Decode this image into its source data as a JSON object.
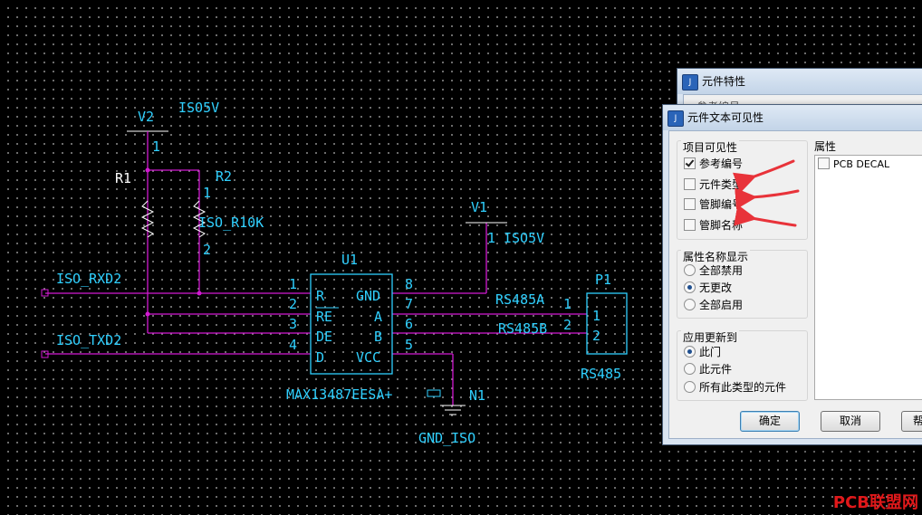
{
  "schematic": {
    "labels": {
      "v2": "V2",
      "v2_pin": "1",
      "iso5v_top": "ISO5V",
      "r1": "R1",
      "r2": "R2",
      "r2_pin1": "1",
      "r2_value": "ISO_R10K",
      "r2_pin2": "2",
      "v1": "V1",
      "v1_pin": "1",
      "iso5v_right": "ISO5V",
      "u1": "U1",
      "p1": "P1",
      "net_rxd": "ISO_RXD2",
      "net_txd": "ISO_TXD2",
      "net_a": "RS485A",
      "net_b": "RS485B",
      "p1_pin1_outer": "1",
      "p1_pin2_outer": "2",
      "p1_pin1_inner": "1",
      "p1_pin2_inner": "2",
      "part_u1": "MAX13487EESA+",
      "n1": "N1",
      "gnd": "GND_ISO",
      "p1_value": "RS485",
      "u1_pins_left": [
        "1",
        "2",
        "3",
        "4"
      ],
      "u1_pins_right": [
        "8",
        "7",
        "6",
        "5"
      ],
      "u1_names_left": [
        "R",
        "RE",
        "DE",
        "D"
      ],
      "u1_names_right": [
        "GND",
        "A",
        "B",
        "VCC"
      ]
    },
    "colors": {
      "wire": "#d21ad2",
      "text": "#2fd0ff",
      "body": "#2fd0ff",
      "bg": "#000000",
      "ground": "#ffffff"
    }
  },
  "back_dialog": {
    "title": "元件特性",
    "partial_text": "参考编号"
  },
  "dialog": {
    "title": "元件文本可见性",
    "visibility_group": {
      "title": "项目可见性",
      "items": [
        {
          "label": "参考编号",
          "checked": true
        },
        {
          "label": "元件类型",
          "checked": false
        },
        {
          "label": "管脚编号",
          "checked": false
        },
        {
          "label": "管脚名称",
          "checked": false
        }
      ]
    },
    "attr_name_group": {
      "title": "属性名称显示",
      "options": [
        {
          "label": "全部禁用",
          "selected": false
        },
        {
          "label": "无更改",
          "selected": true
        },
        {
          "label": "全部启用",
          "selected": false
        }
      ]
    },
    "apply_group": {
      "title": "应用更新到",
      "options": [
        {
          "label": "此门",
          "selected": true
        },
        {
          "label": "此元件",
          "selected": false
        },
        {
          "label": "所有此类型的元件",
          "selected": false
        }
      ]
    },
    "attributes": {
      "title": "属性",
      "items": [
        {
          "label": "PCB DECAL",
          "checked": false
        }
      ]
    },
    "buttons": {
      "ok": "确定",
      "cancel": "取消",
      "help": "帮"
    }
  },
  "watermark": "PCB联盟网",
  "icons": {
    "dialog_icon": "app-icon",
    "annotation": "red-arrow-icon"
  },
  "accent": {
    "arrow": "#e8333a",
    "dialog_border": "#4a5f7a"
  }
}
